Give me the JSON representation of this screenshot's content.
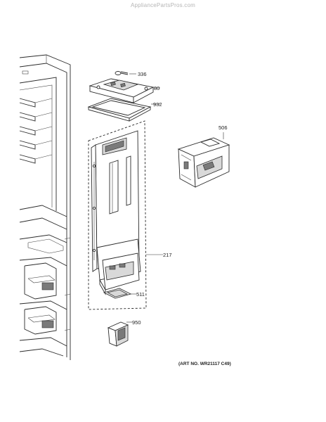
{
  "watermark": "AppliancePartsPros.com",
  "callouts": [
    {
      "id": "336",
      "label": "336"
    },
    {
      "id": "80",
      "label": "80"
    },
    {
      "id": "932",
      "label": "932"
    },
    {
      "id": "506",
      "label": "506"
    },
    {
      "id": "217",
      "label": "217"
    },
    {
      "id": "511",
      "label": "511"
    },
    {
      "id": "950",
      "label": "950"
    }
  ],
  "art_number": "(ART NO. WR21117 C49)"
}
